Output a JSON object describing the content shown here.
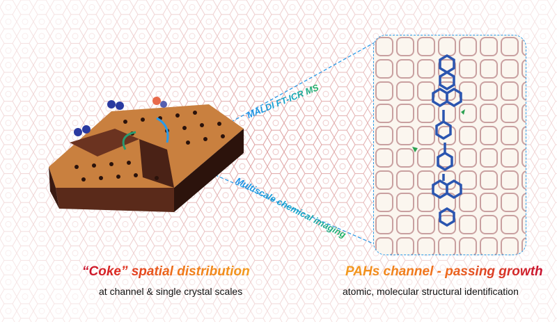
{
  "left": {
    "title": "“Coke” spatial distribution",
    "subtitle": "at channel & single crystal scales"
  },
  "right": {
    "title": "PAHs channel - passing growth",
    "subtitle": "atomic, molecular structural identification"
  },
  "techniques": {
    "maldi": "MALDI FT-ICR MS",
    "imaging": "Multiscale chemical imaging"
  },
  "colors": {
    "title_red": "#c8102e",
    "title_orange": "#f39a1c",
    "label_blue": "#1a8fe8",
    "label_green": "#22b060",
    "lattice": "#d98a8a",
    "crystal_top": "#c57a3a",
    "crystal_side": "#3a1a12",
    "molecule": "#2a55b0"
  }
}
